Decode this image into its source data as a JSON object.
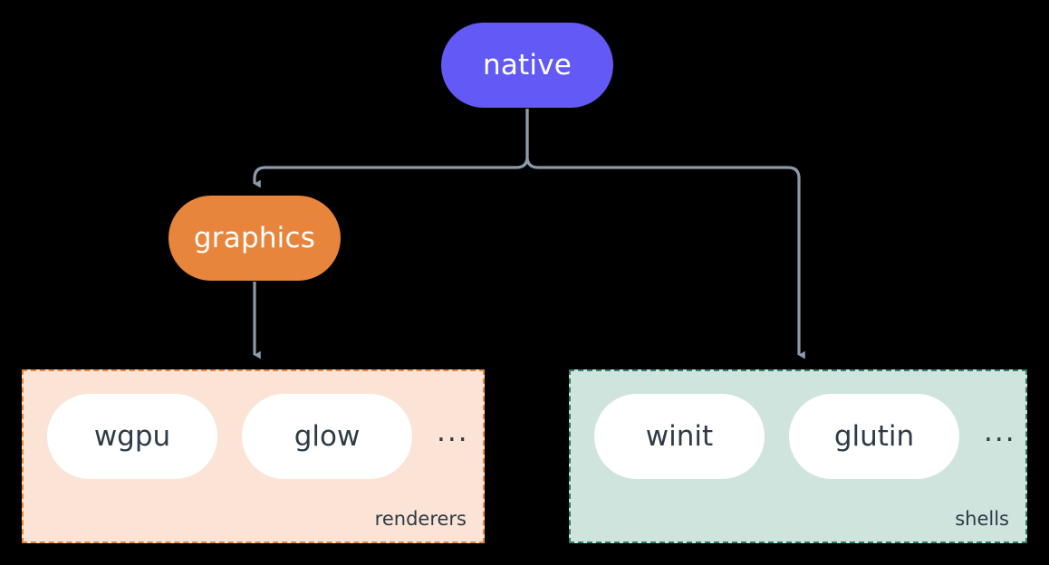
{
  "diagram": {
    "title": "native",
    "background_color": "#000000",
    "edge_color": "#8d9aa8",
    "nodes": [
      {
        "id": "native",
        "label": "native",
        "shape": "rounded-pill",
        "fill": "#6359f5",
        "text_color": "#ffffff"
      },
      {
        "id": "graphics",
        "label": "graphics",
        "shape": "rounded-pill",
        "fill": "#e8853c",
        "text_color": "#ffffff"
      }
    ],
    "groups": [
      {
        "id": "renderers",
        "label": "renderers",
        "fill": "#fbe4d5",
        "border_color": "#e8853c",
        "border_style": "dashed",
        "items": [
          {
            "label": "wgpu"
          },
          {
            "label": "glow"
          }
        ],
        "overflow_indicator": "..."
      },
      {
        "id": "shells",
        "label": "shells",
        "fill": "#cfe4dd",
        "border_color": "#2f7d6b",
        "border_style": "dashed",
        "items": [
          {
            "label": "winit"
          },
          {
            "label": "glutin"
          }
        ],
        "overflow_indicator": "..."
      }
    ],
    "edges": [
      {
        "from": "native",
        "to": "graphics",
        "arrow": true
      },
      {
        "from": "native",
        "to": "shells",
        "arrow": true
      },
      {
        "from": "graphics",
        "to": "renderers",
        "arrow": true
      }
    ]
  }
}
